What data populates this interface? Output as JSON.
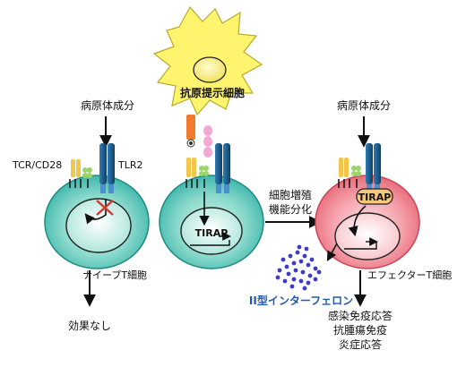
{
  "labels": {
    "pathogen_left": "病原体成分",
    "pathogen_right": "病原体成分",
    "apc": "抗原提示細胞",
    "tcr": "TCR/CD28",
    "tlr2": "TLR2",
    "naive": "ナイーブT細胞",
    "no_effect": "効果なし",
    "tirap_center": "TIRAP",
    "tirap_right": "TIRAP",
    "prolif_line1": "細胞増殖",
    "prolif_line2": "機能分化",
    "ifn": "II型インターフェロン",
    "effector": "エフェクターT細胞",
    "resp_line1": "感染免疫応答",
    "resp_line2": "抗腫瘍免疫",
    "resp_line3": "炎症応答"
  },
  "colors": {
    "naive_cell": "#35b7a9",
    "naive_nucleus": "#bde9df",
    "effector_cell": "#e96a79",
    "effector_nucleus": "#f8c3c8",
    "apc_body": "#fff46e",
    "tlr_blue": "#1d5d8c",
    "tcr_yellow": "#f2c54b",
    "cd28_green": "#9bd46b",
    "ifn_dots": "#3d3cc4",
    "ifn_text": "#2259b3",
    "tirap_fill": "#f7c87a",
    "block_x": "#d63a2e"
  }
}
